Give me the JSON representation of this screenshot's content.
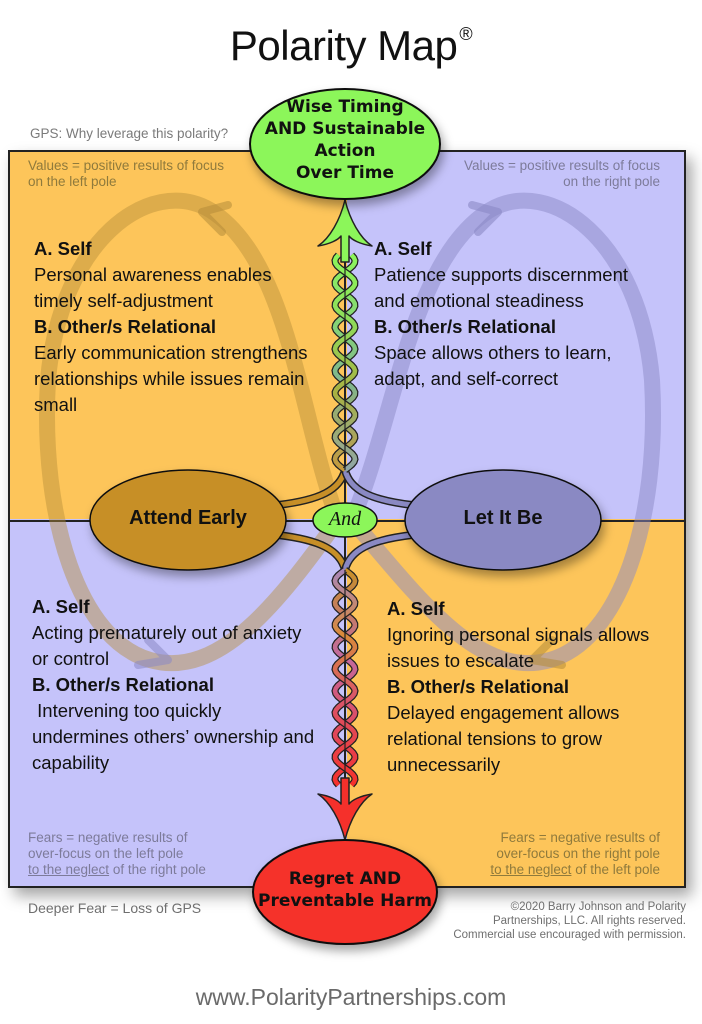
{
  "header": {
    "title": "Polarity Map",
    "registered_mark": "®",
    "gps_label": "GPS: Why leverage this polarity?"
  },
  "greater_purpose": {
    "label_lines": [
      "Wise Timing",
      "AND Sustainable",
      "Action",
      "Over Time"
    ],
    "color": "#8cf65a"
  },
  "deeper_fear": {
    "label_lines": [
      "Regret AND",
      "Preventable Harm"
    ],
    "color": "#f5302b",
    "caption": "Deeper Fear = Loss of GPS"
  },
  "poles": {
    "left": {
      "label": "Attend Early",
      "color": "#c78f27"
    },
    "right": {
      "label": "Let It Be",
      "color": "#8a89c3"
    },
    "connector": "And"
  },
  "quadrants": {
    "top_left": {
      "note_lines": [
        "Values = positive results of focus",
        "on the left pole"
      ],
      "self_heading": "A. Self",
      "self_lines": [
        "Personal awareness enables",
        "timely self-adjustment"
      ],
      "relational_heading": "B. Other/s Relational",
      "relational_lines": [
        "Early communication strengthens",
        "relationships while issues remain",
        "small"
      ],
      "background": "#fdc55a"
    },
    "top_right": {
      "note_lines": [
        "Values = positive results of focus",
        "on the right pole"
      ],
      "self_heading": "A. Self",
      "self_lines": [
        "Patience supports discernment",
        "and emotional steadiness"
      ],
      "relational_heading": "B. Other/s Relational",
      "relational_lines": [
        "Space allows others to learn,",
        "adapt, and self-correct"
      ],
      "background": "#c5c3fa"
    },
    "bottom_left": {
      "note_lines": [
        "Fears = negative results of",
        "over-focus on the left pole"
      ],
      "note_underlined": "to the neglect",
      "note_tail": " of the right pole",
      "self_heading": "A. Self",
      "self_lines": [
        "Acting prematurely out of anxiety",
        "or control"
      ],
      "relational_heading": "B. Other/s Relational",
      "relational_lines": [
        " Intervening too quickly",
        "undermines others’ ownership and",
        "capability"
      ],
      "background": "#c5c3fa"
    },
    "bottom_right": {
      "note_lines": [
        "Fears = negative results of",
        "over-focus on the right pole"
      ],
      "note_underlined": "to the neglect",
      "note_tail": " of the left pole",
      "self_heading": "A. Self",
      "self_lines": [
        "Ignoring personal signals allows",
        "issues to escalate"
      ],
      "relational_heading": "B. Other/s Relational",
      "relational_lines": [
        "Delayed engagement allows",
        "relational tensions to grow",
        "unnecessarily"
      ],
      "background": "#fdc55a"
    }
  },
  "footer": {
    "copyright_lines": [
      "©2020 Barry Johnson and Polarity",
      "Partnerships, LLC. All rights reserved.",
      "Commercial use encouraged with permission."
    ],
    "website": "www.PolarityPartnerships.com"
  },
  "icons": {
    "loop_left": "counterclockwise-loop-arrow-icon",
    "loop_right": "clockwise-loop-arrow-icon",
    "up_arrow": "braided-up-arrow-icon",
    "down_arrow": "braided-down-arrow-icon"
  }
}
